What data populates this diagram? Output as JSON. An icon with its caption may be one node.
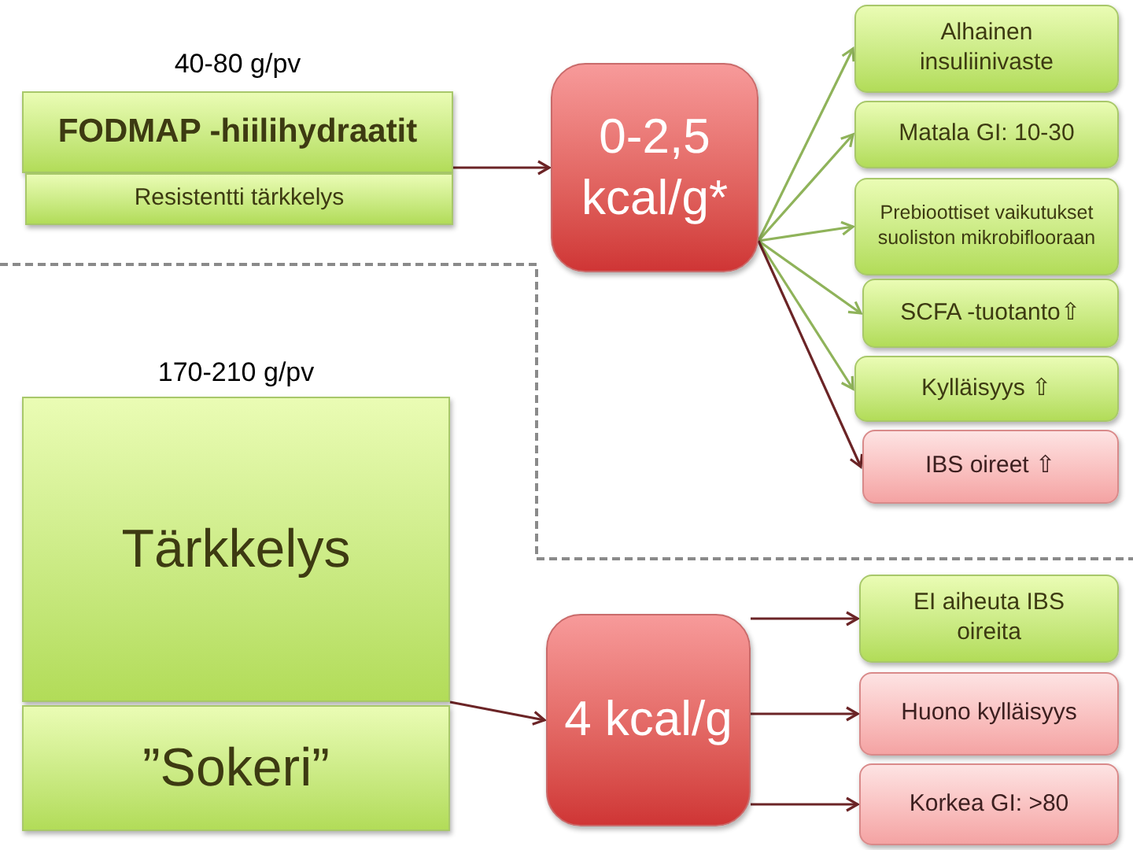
{
  "diagram": {
    "nodes": [
      {
        "text": [
          "FODMAP -hiilihydraatit"
        ],
        "beside": [
          "40-80 g/pv"
        ]
      },
      {
        "text": [
          "Resistentti tärkkelys"
        ]
      },
      {
        "text": [
          "0-2,5 kcal/g*"
        ]
      },
      {
        "text": [
          "Alhainen insuliinivaste"
        ]
      },
      {
        "text": [
          "Matala GI: 10-30"
        ]
      },
      {
        "text": [
          "Prebioottiset vaikutukset suoliston mikrobiflooraan"
        ]
      },
      {
        "text": [
          "SCFA -tuotanto⇧"
        ]
      },
      {
        "text": [
          "Kylläisyys ⇧"
        ]
      },
      {
        "text": [
          "IBS oireet ⇧"
        ]
      },
      {
        "text": [
          "Tärkkelys"
        ],
        "beside": [
          "170-210 g/pv"
        ]
      },
      {
        "text": [
          "”Sokeri”"
        ]
      },
      {
        "text": [
          "4 kcal/g"
        ]
      },
      {
        "text": [
          "EI aiheuta IBS oireita"
        ]
      },
      {
        "text": [
          "Huono kylläisyys"
        ]
      },
      {
        "text": [
          "Korkea GI: >80"
        ]
      }
    ],
    "edges": [
      {
        "from": 0,
        "to": 2,
        "arrow": "to"
      },
      {
        "from": 2,
        "to": 3,
        "arrow": "to",
        "color": "#8fb35a"
      },
      {
        "from": 2,
        "to": 4,
        "arrow": "to",
        "color": "#8fb35a"
      },
      {
        "from": 2,
        "to": 5,
        "arrow": "to",
        "color": "#8fb35a"
      },
      {
        "from": 2,
        "to": 6,
        "arrow": "to",
        "color": "#8fb35a"
      },
      {
        "from": 2,
        "to": 7,
        "arrow": "to",
        "color": "#8fb35a"
      },
      {
        "from": 2,
        "to": 8,
        "arrow": "to"
      },
      {
        "from": 9,
        "to": 11,
        "arrow": "to"
      },
      {
        "from": 11,
        "to": 12,
        "arrow": "to"
      },
      {
        "from": 11,
        "to": 13,
        "arrow": "to"
      },
      {
        "from": 11,
        "to": 14,
        "arrow": "to"
      }
    ]
  }
}
